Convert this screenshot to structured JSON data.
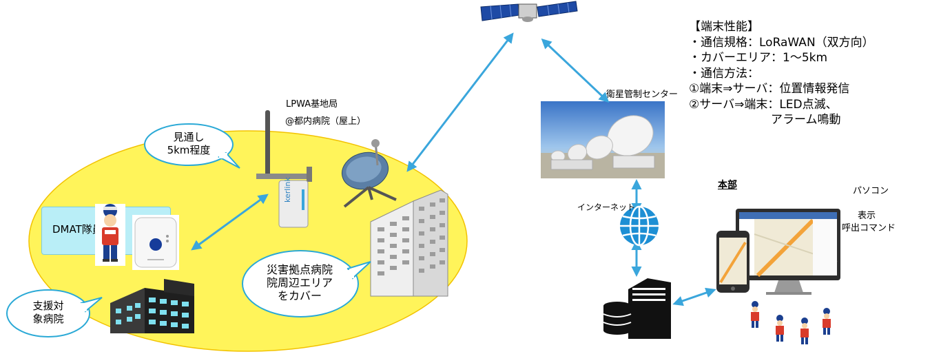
{
  "spec": {
    "heading": "【端末性能】",
    "lines": [
      "・通信規格：LoRaWAN（双方向）",
      "・カバーエリア：1～5km",
      "・通信方法：",
      "①端末⇒サーバ：位置情報発信",
      "②サーバ⇒端末：LED点滅、",
      "　　　　　　　アラーム鳴動"
    ]
  },
  "base_station": {
    "title": "LPWA基地局",
    "location": "@都内病院（屋上）",
    "device_brand": "kerlink"
  },
  "bubbles": {
    "line_of_sight": [
      "見通し",
      "5km程度"
    ],
    "disaster_hospital": [
      "災害拠点病院",
      "院周辺エリア",
      "をカバー"
    ],
    "support_hospital": [
      "支援対",
      "象病院"
    ]
  },
  "dmat_label": "DMAT隊員",
  "satellite_center_label": "衛星管制センター",
  "internet_label": "インターネット",
  "hq": {
    "title": "本部",
    "pc_label": "パソコン",
    "display_label": "表示",
    "command_label": "呼出コマンド"
  },
  "colors": {
    "coverage_area": "#fff45a",
    "arrow": "#3aa6dc",
    "bubble_border": "#2aa9d6",
    "globe": "#1d8fd4",
    "dmat_box": "#b9eef7"
  }
}
